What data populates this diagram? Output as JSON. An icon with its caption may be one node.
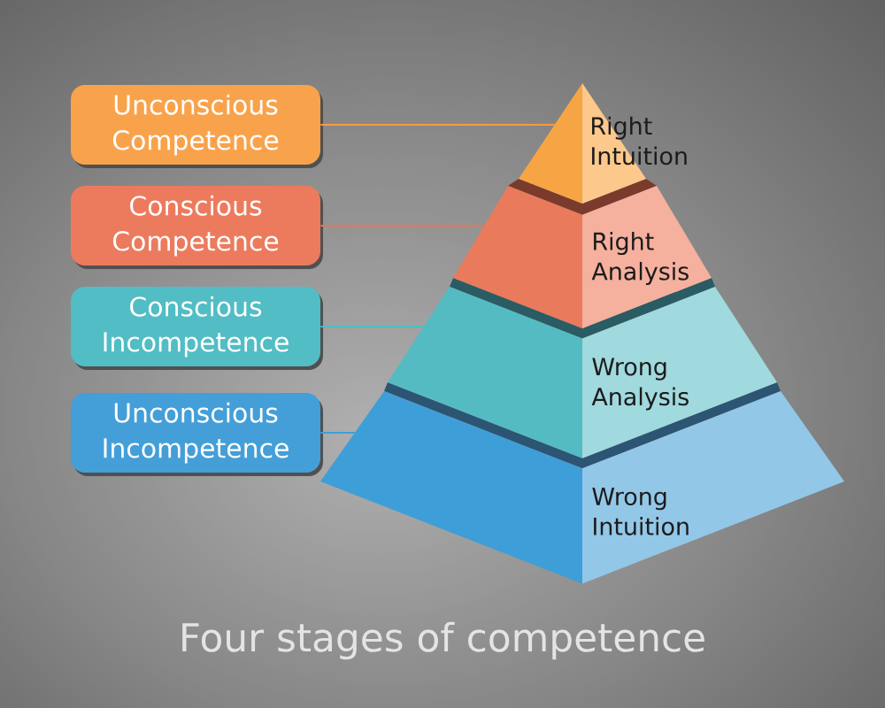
{
  "diagram": {
    "caption": "Four stages of competence",
    "nodes": [
      {
        "text": [
          "Unconscious Competence"
        ]
      },
      {
        "text": [
          "Conscious Competence"
        ]
      },
      {
        "text": [
          "Conscious Incompetence"
        ]
      },
      {
        "text": [
          "Unconscious Incompetence"
        ]
      },
      {
        "text": [
          "Right Intuition"
        ]
      },
      {
        "text": [
          "Right Analysis"
        ]
      },
      {
        "text": [
          "Wrong Analysis"
        ]
      },
      {
        "text": [
          "Wrong Intuition"
        ]
      }
    ],
    "edges": [
      {
        "from": 0,
        "to": 4,
        "arrow": "none",
        "color": "#f79a3e"
      },
      {
        "from": 1,
        "to": 5,
        "arrow": "none",
        "color": "#ea7458"
      },
      {
        "from": 2,
        "to": 6,
        "arrow": "none",
        "color": "#4fbcc4"
      },
      {
        "from": 3,
        "to": 7,
        "arrow": "none",
        "color": "#3e9fd8"
      }
    ]
  }
}
